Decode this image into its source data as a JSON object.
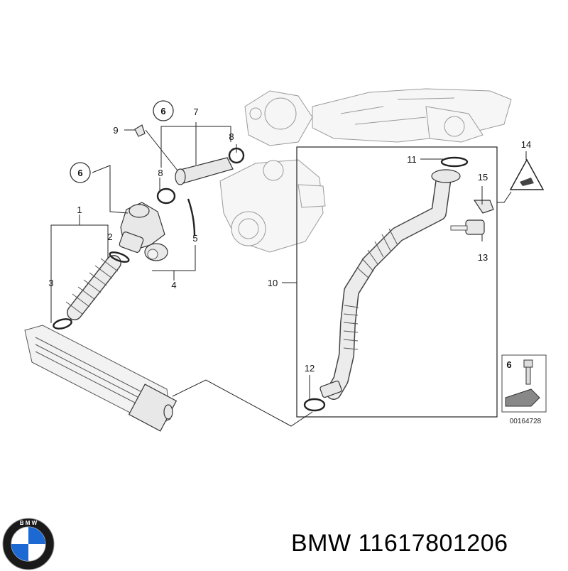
{
  "diagram": {
    "drawing_number": "00164728",
    "callouts": [
      {
        "id": "c1",
        "label": "1"
      },
      {
        "id": "c2",
        "label": "2"
      },
      {
        "id": "c3",
        "label": "3"
      },
      {
        "id": "c4",
        "label": "4"
      },
      {
        "id": "c5",
        "label": "5"
      },
      {
        "id": "c6a",
        "label": "6"
      },
      {
        "id": "c6b",
        "label": "6"
      },
      {
        "id": "c6c",
        "label": "6"
      },
      {
        "id": "c7",
        "label": "7"
      },
      {
        "id": "c8a",
        "label": "8"
      },
      {
        "id": "c8b",
        "label": "8"
      },
      {
        "id": "c9",
        "label": "9"
      },
      {
        "id": "c10",
        "label": "10"
      },
      {
        "id": "c11",
        "label": "11"
      },
      {
        "id": "c12",
        "label": "12"
      },
      {
        "id": "c13",
        "label": "13"
      },
      {
        "id": "c14",
        "label": "14"
      },
      {
        "id": "c15",
        "label": "15"
      }
    ]
  },
  "brand": {
    "logo_letters": "B M W",
    "brand_name": "BMW",
    "part_number": "11617801206",
    "colors": {
      "logo_blue": "#1c69d4",
      "logo_ring": "#111111"
    }
  }
}
